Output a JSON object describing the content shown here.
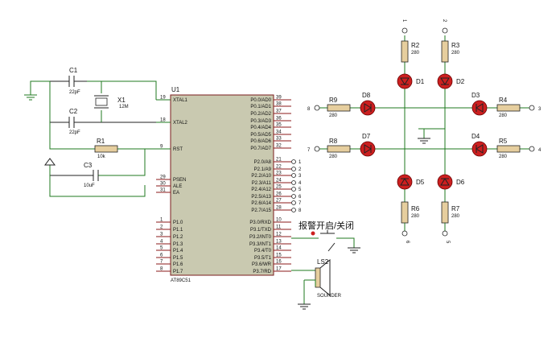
{
  "mcu": {
    "ref": "U1",
    "part": "AT89C51",
    "left_pins": [
      {
        "num": "19",
        "name": "XTAL1"
      },
      {
        "num": "18",
        "name": "XTAL2"
      },
      {
        "num": "9",
        "name": "RST"
      },
      {
        "num": "29",
        "name": "PSEN"
      },
      {
        "num": "30",
        "name": "ALE"
      },
      {
        "num": "31",
        "name": "EA"
      },
      {
        "num": "1",
        "name": "P1.0"
      },
      {
        "num": "2",
        "name": "P1.1"
      },
      {
        "num": "3",
        "name": "P1.2"
      },
      {
        "num": "4",
        "name": "P1.3"
      },
      {
        "num": "5",
        "name": "P1.4"
      },
      {
        "num": "6",
        "name": "P1.5"
      },
      {
        "num": "7",
        "name": "P1.6"
      },
      {
        "num": "8",
        "name": "P1.7"
      }
    ],
    "right_pins": [
      {
        "num": "39",
        "name": "P0.0/AD0"
      },
      {
        "num": "38",
        "name": "P0.1/AD1"
      },
      {
        "num": "37",
        "name": "P0.2/AD2"
      },
      {
        "num": "36",
        "name": "P0.3/AD3"
      },
      {
        "num": "35",
        "name": "P0.4/AD4"
      },
      {
        "num": "34",
        "name": "P0.5/AD5"
      },
      {
        "num": "33",
        "name": "P0.6/AD6"
      },
      {
        "num": "32",
        "name": "P0.7/AD7"
      },
      {
        "num": "21",
        "name": "P2.0/A8"
      },
      {
        "num": "22",
        "name": "P2.1/A9"
      },
      {
        "num": "23",
        "name": "P2.2/A10"
      },
      {
        "num": "24",
        "name": "P2.3/A11"
      },
      {
        "num": "25",
        "name": "P2.4/A12"
      },
      {
        "num": "26",
        "name": "P2.5/A13"
      },
      {
        "num": "27",
        "name": "P2.6/A14"
      },
      {
        "num": "28",
        "name": "P2.7/A15"
      },
      {
        "num": "10",
        "name": "P3.0/RXD"
      },
      {
        "num": "11",
        "name": "P3.1/TXD"
      },
      {
        "num": "12",
        "name": "P3.2/INT0"
      },
      {
        "num": "13",
        "name": "P3.3/INT1"
      },
      {
        "num": "14",
        "name": "P3.4/T0"
      },
      {
        "num": "15",
        "name": "P3.5/T1"
      },
      {
        "num": "16",
        "name": "P3.6/WR"
      },
      {
        "num": "17",
        "name": "P3.7/RD"
      }
    ],
    "p2_terminals": [
      "1",
      "2",
      "3",
      "4",
      "5",
      "6",
      "7",
      "8"
    ]
  },
  "components": {
    "c1": {
      "ref": "C1",
      "value": "22pF"
    },
    "c2": {
      "ref": "C2",
      "value": "22pF"
    },
    "c3": {
      "ref": "C3",
      "value": "10uF"
    },
    "x1": {
      "ref": "X1",
      "value": "12M"
    },
    "r1": {
      "ref": "R1",
      "value": "10k"
    },
    "r2": {
      "ref": "R2",
      "value": "280"
    },
    "r3": {
      "ref": "R3",
      "value": "280"
    },
    "r4": {
      "ref": "R4",
      "value": "280"
    },
    "r5": {
      "ref": "R5",
      "value": "280"
    },
    "r6": {
      "ref": "R6",
      "value": "280"
    },
    "r7": {
      "ref": "R7",
      "value": "280"
    },
    "r8": {
      "ref": "R8",
      "value": "280"
    },
    "r9": {
      "ref": "R9",
      "value": "280"
    },
    "ls2": {
      "ref": "LS2",
      "value": "SOUNDER"
    }
  },
  "leds": [
    "D1",
    "D2",
    "D3",
    "D4",
    "D5",
    "D6",
    "D7",
    "D8"
  ],
  "terminals": {
    "top_left": "1",
    "top_right": "2",
    "right_upper": "3",
    "right_lower": "4",
    "bottom_left": "6",
    "bottom_right": "5",
    "left_lower": "7",
    "left_upper": "8"
  },
  "switch_label": "报警开启/关闭"
}
